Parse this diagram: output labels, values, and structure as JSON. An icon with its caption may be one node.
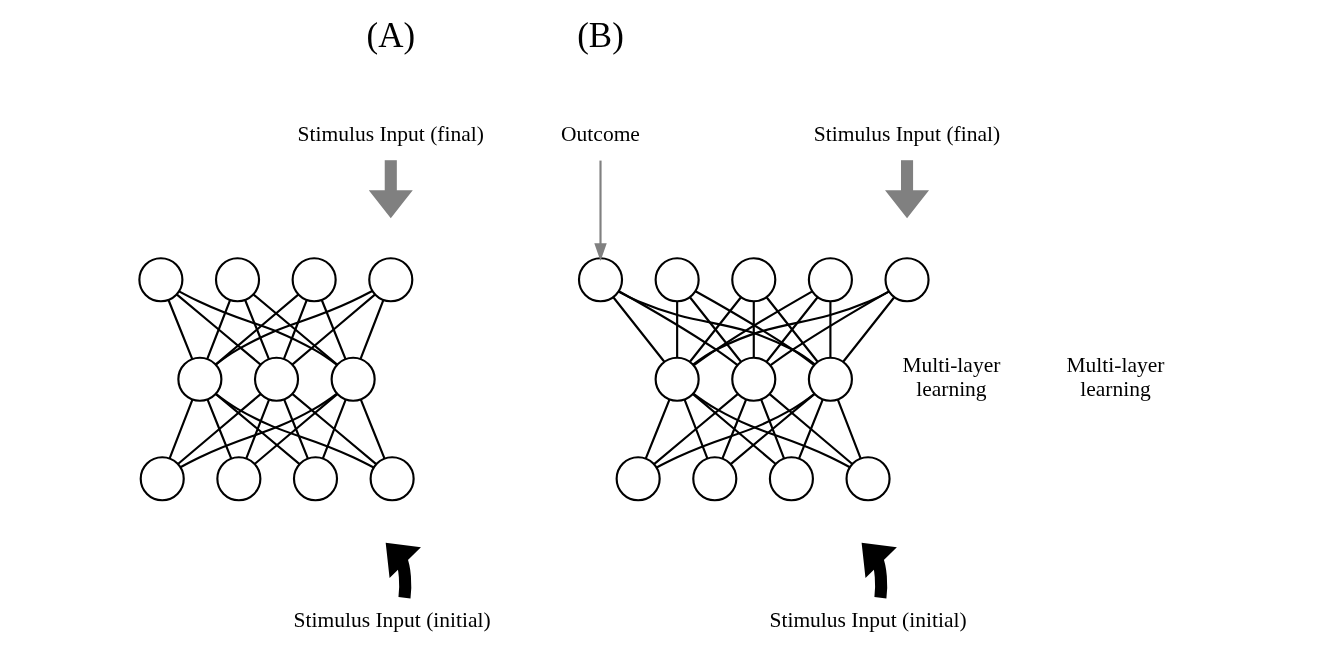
{
  "diagram": {
    "nodes": [
      {
        "text": [
          "Stimulus Input (final)"
        ]
      },
      {
        "text": [],
        "shape": "circle"
      },
      {
        "text": [],
        "shape": "circle"
      },
      {
        "text": [],
        "shape": "circle"
      },
      {
        "text": [],
        "shape": "circle"
      },
      {
        "text": [],
        "shape": "circle"
      },
      {
        "text": [],
        "shape": "circle"
      },
      {
        "text": [],
        "shape": "circle"
      },
      {
        "text": [],
        "shape": "circle"
      },
      {
        "text": [],
        "shape": "circle"
      },
      {
        "text": [],
        "shape": "circle"
      },
      {
        "text": [],
        "shape": "circle"
      },
      {
        "text": [
          "Stimulus Input (initial)"
        ]
      },
      {
        "text": [
          "Outcome"
        ]
      },
      {
        "text": [
          "Stimulus Input (final)"
        ]
      },
      {
        "text": [],
        "shape": "circle"
      },
      {
        "text": [],
        "shape": "circle"
      },
      {
        "text": [],
        "shape": "circle"
      },
      {
        "text": [],
        "shape": "circle"
      },
      {
        "text": [],
        "shape": "circle"
      },
      {
        "text": [],
        "shape": "circle"
      },
      {
        "text": [],
        "shape": "circle"
      },
      {
        "text": [],
        "shape": "circle"
      },
      {
        "text": [],
        "shape": "circle"
      },
      {
        "text": [],
        "shape": "circle"
      },
      {
        "text": [],
        "shape": "circle"
      },
      {
        "text": [],
        "shape": "circle"
      },
      {
        "text": [
          "Stimulus Input (initial)"
        ]
      }
    ],
    "edges": [
      {
        "from": 0,
        "to": null,
        "arrow": "to",
        "style": "thick",
        "color": "#808080"
      },
      {
        "from": 1,
        "to": 5,
        "arrow": "none"
      },
      {
        "from": 1,
        "to": 6,
        "arrow": "none"
      },
      {
        "from": 1,
        "to": 7,
        "arrow": "none"
      },
      {
        "from": 2,
        "to": 5,
        "arrow": "none"
      },
      {
        "from": 2,
        "to": 6,
        "arrow": "none"
      },
      {
        "from": 2,
        "to": 7,
        "arrow": "none"
      },
      {
        "from": 3,
        "to": 5,
        "arrow": "none"
      },
      {
        "from": 3,
        "to": 6,
        "arrow": "none"
      },
      {
        "from": 3,
        "to": 7,
        "arrow": "none"
      },
      {
        "from": 4,
        "to": 5,
        "arrow": "none"
      },
      {
        "from": 4,
        "to": 6,
        "arrow": "none"
      },
      {
        "from": 4,
        "to": 7,
        "arrow": "none"
      },
      {
        "from": 5,
        "to": 8,
        "arrow": "none"
      },
      {
        "from": 5,
        "to": 9,
        "arrow": "none"
      },
      {
        "from": 5,
        "to": 10,
        "arrow": "none"
      },
      {
        "from": 5,
        "to": 11,
        "arrow": "none"
      },
      {
        "from": 6,
        "to": 8,
        "arrow": "none"
      },
      {
        "from": 6,
        "to": 9,
        "arrow": "none"
      },
      {
        "from": 6,
        "to": 10,
        "arrow": "none"
      },
      {
        "from": 6,
        "to": 11,
        "arrow": "none"
      },
      {
        "from": 7,
        "to": 8,
        "arrow": "none"
      },
      {
        "from": 7,
        "to": 9,
        "arrow": "none"
      },
      {
        "from": 7,
        "to": 10,
        "arrow": "none"
      },
      {
        "from": 7,
        "to": 11,
        "arrow": "none"
      },
      {
        "from": 12,
        "to": null,
        "arrow": "to",
        "style": "thick"
      },
      {
        "from": 13,
        "to": 15,
        "arrow": "to",
        "color": "#808080"
      },
      {
        "from": 14,
        "to": null,
        "arrow": "to",
        "style": "thick",
        "color": "#808080"
      },
      {
        "from": 15,
        "to": 20,
        "arrow": "none"
      },
      {
        "from": 15,
        "to": 21,
        "arrow": "none"
      },
      {
        "from": 15,
        "to": 22,
        "arrow": "none"
      },
      {
        "from": 16,
        "to": 20,
        "arrow": "none"
      },
      {
        "from": 16,
        "to": 21,
        "arrow": "none"
      },
      {
        "from": 16,
        "to": 22,
        "arrow": "none"
      },
      {
        "from": 17,
        "to": 20,
        "arrow": "none"
      },
      {
        "from": 17,
        "to": 21,
        "arrow": "none"
      },
      {
        "from": 17,
        "to": 22,
        "arrow": "none"
      },
      {
        "from": 18,
        "to": 20,
        "arrow": "none"
      },
      {
        "from": 18,
        "to": 21,
        "arrow": "none"
      },
      {
        "from": 18,
        "to": 22,
        "arrow": "none"
      },
      {
        "from": 19,
        "to": 20,
        "arrow": "none"
      },
      {
        "from": 19,
        "to": 21,
        "arrow": "none"
      },
      {
        "from": 19,
        "to": 22,
        "arrow": "none"
      },
      {
        "from": 20,
        "to": 23,
        "arrow": "none"
      },
      {
        "from": 20,
        "to": 24,
        "arrow": "none"
      },
      {
        "from": 20,
        "to": 25,
        "arrow": "none"
      },
      {
        "from": 20,
        "to": 26,
        "arrow": "none"
      },
      {
        "from": 21,
        "to": 23,
        "arrow": "none"
      },
      {
        "from": 21,
        "to": 24,
        "arrow": "none"
      },
      {
        "from": 21,
        "to": 25,
        "arrow": "none"
      },
      {
        "from": 21,
        "to": 26,
        "arrow": "none"
      },
      {
        "from": 22,
        "to": 23,
        "arrow": "none"
      },
      {
        "from": 22,
        "to": 24,
        "arrow": "none"
      },
      {
        "from": 22,
        "to": 25,
        "arrow": "none"
      },
      {
        "from": 22,
        "to": 26,
        "arrow": "none"
      },
      {
        "from": 27,
        "to": null,
        "arrow": "to",
        "style": "thick"
      }
    ],
    "labels": [
      "(A)",
      "(B)",
      "Multi-layer learning",
      "Multi-layer learning"
    ]
  }
}
